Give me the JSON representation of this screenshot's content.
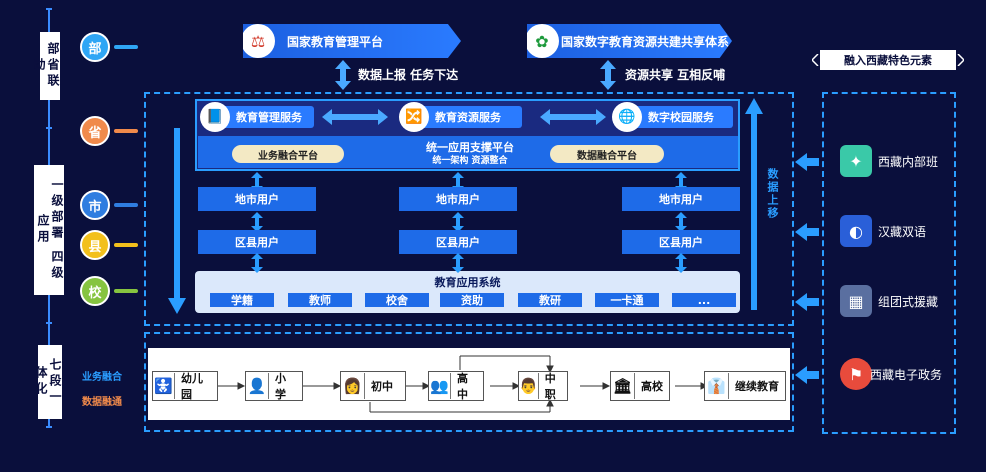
{
  "left": {
    "group1": "部省联动",
    "group2": "一级部署 四级应用",
    "group3": "七段一体化",
    "circles": [
      {
        "t": "部",
        "c": "#2fa6f5"
      },
      {
        "t": "省",
        "c": "#f08a4b"
      },
      {
        "t": "市",
        "c": "#2f7de0"
      },
      {
        "t": "县",
        "c": "#f2c01c"
      },
      {
        "t": "校",
        "c": "#86c440"
      }
    ]
  },
  "top": {
    "plat1": "国家教育管理平台",
    "plat2": "国家数字教育资源共建共享体系",
    "arrow1": "数据上报 任务下达",
    "arrow2": "资源共享 互相反哺"
  },
  "services": {
    "s1": "教育管理服务",
    "s2": "教育资源服务",
    "s3": "数字校园服务"
  },
  "platform": {
    "center": "统一应用支撑平台",
    "sub": "统一架构  资源整合",
    "left": "业务融合平台",
    "right": "数据融合平台"
  },
  "users": {
    "city": "地市用户",
    "county": "区县用户"
  },
  "upload": "数据上移",
  "apps": {
    "title": "教育应用系统",
    "items": [
      "学籍",
      "教师",
      "校舍",
      "资助",
      "教研",
      "一卡通",
      "..."
    ]
  },
  "bottom": {
    "label1": "业务融合",
    "label2": "数据融通",
    "stages": [
      "幼儿园",
      "小学",
      "初中",
      "高中",
      "中职",
      "高校",
      "继续教育"
    ]
  },
  "right": {
    "title": "融入西藏特色元素",
    "items": [
      "西藏内部班",
      "汉藏双语",
      "组团式援藏",
      "西藏电子政务"
    ]
  }
}
